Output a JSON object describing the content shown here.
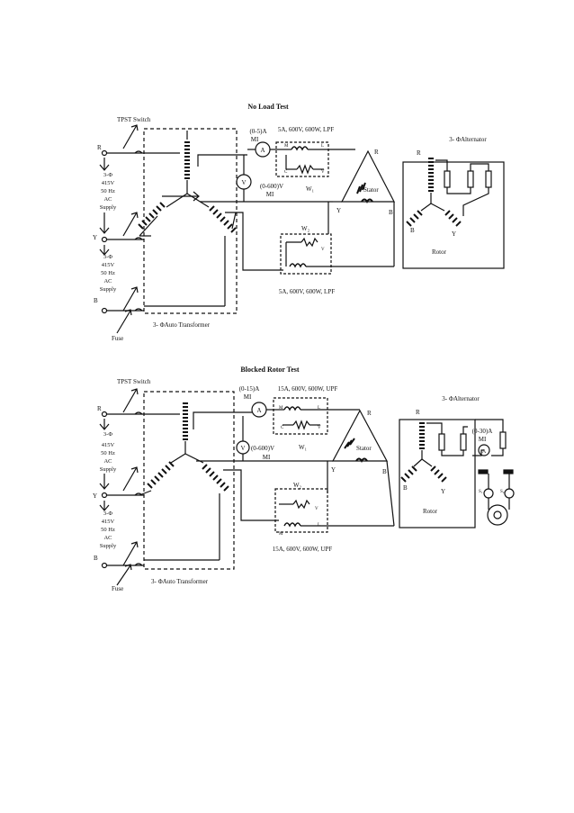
{
  "no_load": {
    "title": "No Load Test",
    "tpst": "TPST Switch",
    "r": "R",
    "y": "Y",
    "b": "B",
    "supply": [
      "3-Φ",
      "415V",
      "50 Hz",
      "AC",
      "Supply"
    ],
    "supply2": [
      "3-Φ",
      "415V",
      "50 Hz",
      "AC",
      "Supply"
    ],
    "fuse": "Fuse",
    "auto": "3- ΦAuto Transformer",
    "ammeter": [
      "(0-5)A",
      "MI"
    ],
    "ammeter_sym": "A",
    "voltmeter": [
      "(0-600)V",
      "MI"
    ],
    "voltmeter_sym": "V",
    "wm1_rating": "5A, 600V, 600W, LPF",
    "wm2_rating": "5A, 600V, 600W, LPF",
    "w1": "W₁",
    "w2": "W₂",
    "m": "M",
    "l": "L",
    "c": "C",
    "v": "V",
    "stator": "Stator",
    "sr": "R",
    "sy": "Y",
    "sb": "B",
    "rotor": "Rotor",
    "rr": "R",
    "ry": "Y",
    "rb": "B",
    "alternator": "3- ΦAlternator"
  },
  "blocked": {
    "title": "Blocked Rotor Test",
    "tpst": "TPST Switch",
    "r": "R",
    "y": "Y",
    "b": "B",
    "supply": [
      "3-Φ",
      "415V",
      "50 Hz",
      "AC",
      "Supply"
    ],
    "supply2": [
      "3-Φ",
      "415V",
      "50 Hz",
      "AC",
      "Supply"
    ],
    "fuse": "Fuse",
    "auto": "3- ΦAuto Transformer",
    "ammeter": [
      "(0-15)A",
      "MI"
    ],
    "ammeter_sym": "A",
    "voltmeter": [
      "(0-600)V",
      "MI"
    ],
    "voltmeter_sym": "V",
    "wm1_rating": "15A, 600V, 600W, UPF",
    "wm2_rating": "15A, 600V, 600W, UPF",
    "w1": "W₁",
    "w2": "W₂",
    "m": "M",
    "l": "L",
    "c": "C",
    "v": "V",
    "stator": "Stator",
    "sr": "R",
    "sy": "Y",
    "sb": "B",
    "rotor": "Rotor",
    "rr": "R",
    "ry": "Y",
    "rb": "B",
    "alternator": "3- ΦAlternator",
    "rot_ammeter": [
      "(0-30)A",
      "MI"
    ],
    "rot_ammeter_sym": "A",
    "s1": "S₁",
    "s2": "S₂"
  }
}
